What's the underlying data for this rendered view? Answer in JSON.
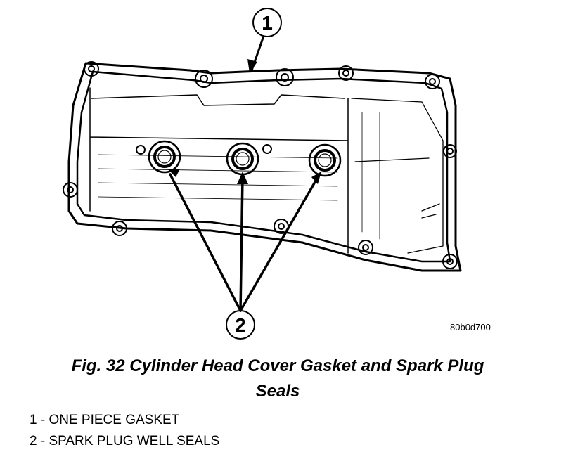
{
  "figure": {
    "callouts": [
      "1",
      "2"
    ],
    "figure_id": "80b0d700"
  },
  "caption": {
    "line1": "Fig. 32 Cylinder Head Cover Gasket and Spark Plug",
    "line2": "Seals"
  },
  "legend": {
    "items": [
      "1 - ONE PIECE GASKET",
      "2 - SPARK PLUG WELL SEALS"
    ]
  }
}
